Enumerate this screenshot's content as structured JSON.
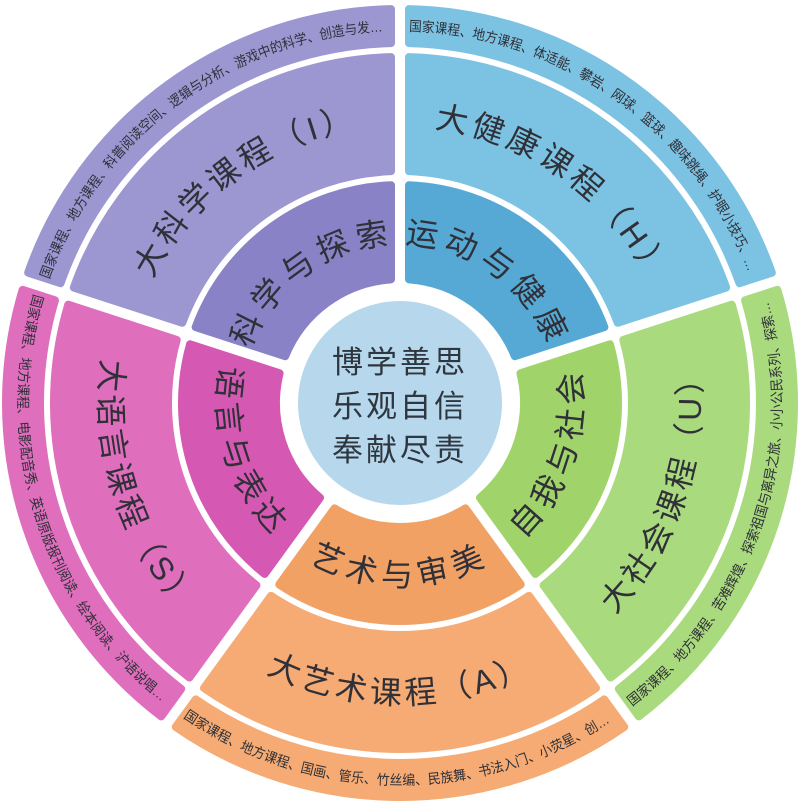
{
  "diagram": {
    "center": {
      "lines": [
        "博学善思",
        "乐观自信",
        "奉献尽责"
      ],
      "bg_color": "#b7d8ec",
      "text_color": "#2e3640"
    },
    "label_color": "#2f3038",
    "sectors": [
      {
        "id": "health",
        "start": 0,
        "end": 72,
        "flip": false,
        "inner_label": "运动与健康",
        "course_label": "大健康课程（H）",
        "course_list": "国家课程、地方课程、体适能、攀岩、网球、篮球、趣味跳绳、护眼小技巧、…",
        "inner_color": "#55a9d4",
        "band_color": "#7cc3e3"
      },
      {
        "id": "society",
        "start": 72,
        "end": 144,
        "flip": true,
        "inner_label": "自我与社会",
        "course_label": "大社会课程（U）",
        "course_list": "国家课程、地方课程、苦难辉煌、探索祖国与离异之旅、小小公民系列、探索…",
        "inner_color": "#a0d46a",
        "band_color": "#aada7e"
      },
      {
        "id": "art",
        "start": 144,
        "end": 216,
        "flip": true,
        "inner_label": "艺术与审美",
        "course_label": "大艺术课程（A）",
        "course_list": "国家课程、地方课程、国画、管乐、竹丝编、民族舞、书法入门、小荧星、创…",
        "inner_color": "#f1a164",
        "band_color": "#f5ab73"
      },
      {
        "id": "language",
        "start": 216,
        "end": 288,
        "flip": true,
        "inner_label": "语言与表达",
        "course_label": "大语言课程（S）",
        "course_list": "国家课程、地方课程、电影配音秀、英语原版报刊阅读、绘本阅读、沪语说唱…",
        "inner_color": "#d558b2",
        "band_color": "#df6ebd"
      },
      {
        "id": "science",
        "start": 288,
        "end": 360,
        "flip": false,
        "inner_label": "科学与探索",
        "course_label": "大科学课程（I）",
        "course_list": "国家课程、地方课程、科普阅读空间、逻辑与分析、游戏中的科学、创造与发…",
        "inner_color": "#8a82c6",
        "band_color": "#9c96d1"
      }
    ]
  }
}
